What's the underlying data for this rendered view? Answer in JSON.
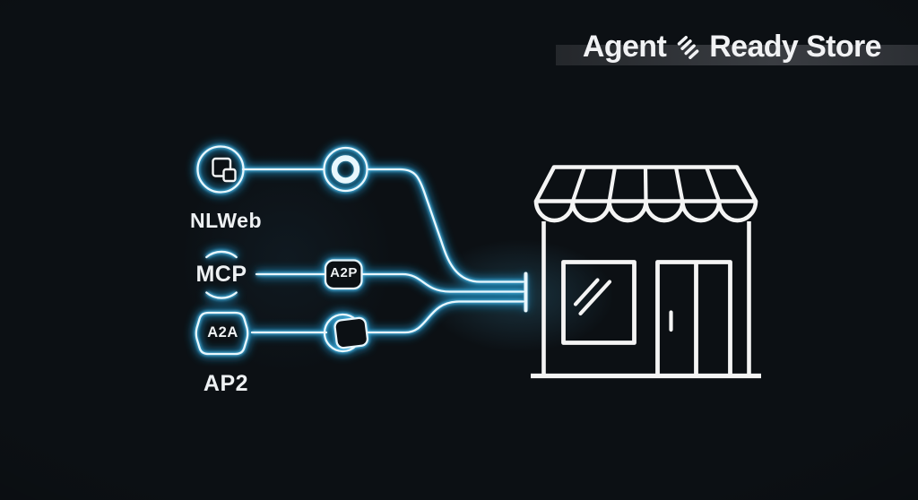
{
  "header": {
    "title_left": "Agent",
    "title_right": "Ready Store",
    "divider_icon": "triple-slash-icon"
  },
  "rows": {
    "nlweb": {
      "label": "NLWeb",
      "node_icon": "overlapping-windows-icon",
      "mid_icon": "target-ring-icon"
    },
    "mcp": {
      "label": "MCP",
      "node_icon": "broken-circle-arcs",
      "badge_label": "A2P"
    },
    "a2a": {
      "badge_label": "A2A",
      "label": "AP2",
      "mid_icon": "card-coin-icon"
    }
  },
  "store": {
    "icon": "storefront-icon",
    "parts": [
      "scalloped-awning",
      "window-with-reflection",
      "double-door",
      "base-line"
    ]
  },
  "colors": {
    "background": "#0c1014",
    "neon_core": "#e9f7fd",
    "neon_glow": "#2aa3d6",
    "store_stroke": "#f4f4f4",
    "title_text": "#f1f2f4",
    "title_band": "#34373c"
  }
}
